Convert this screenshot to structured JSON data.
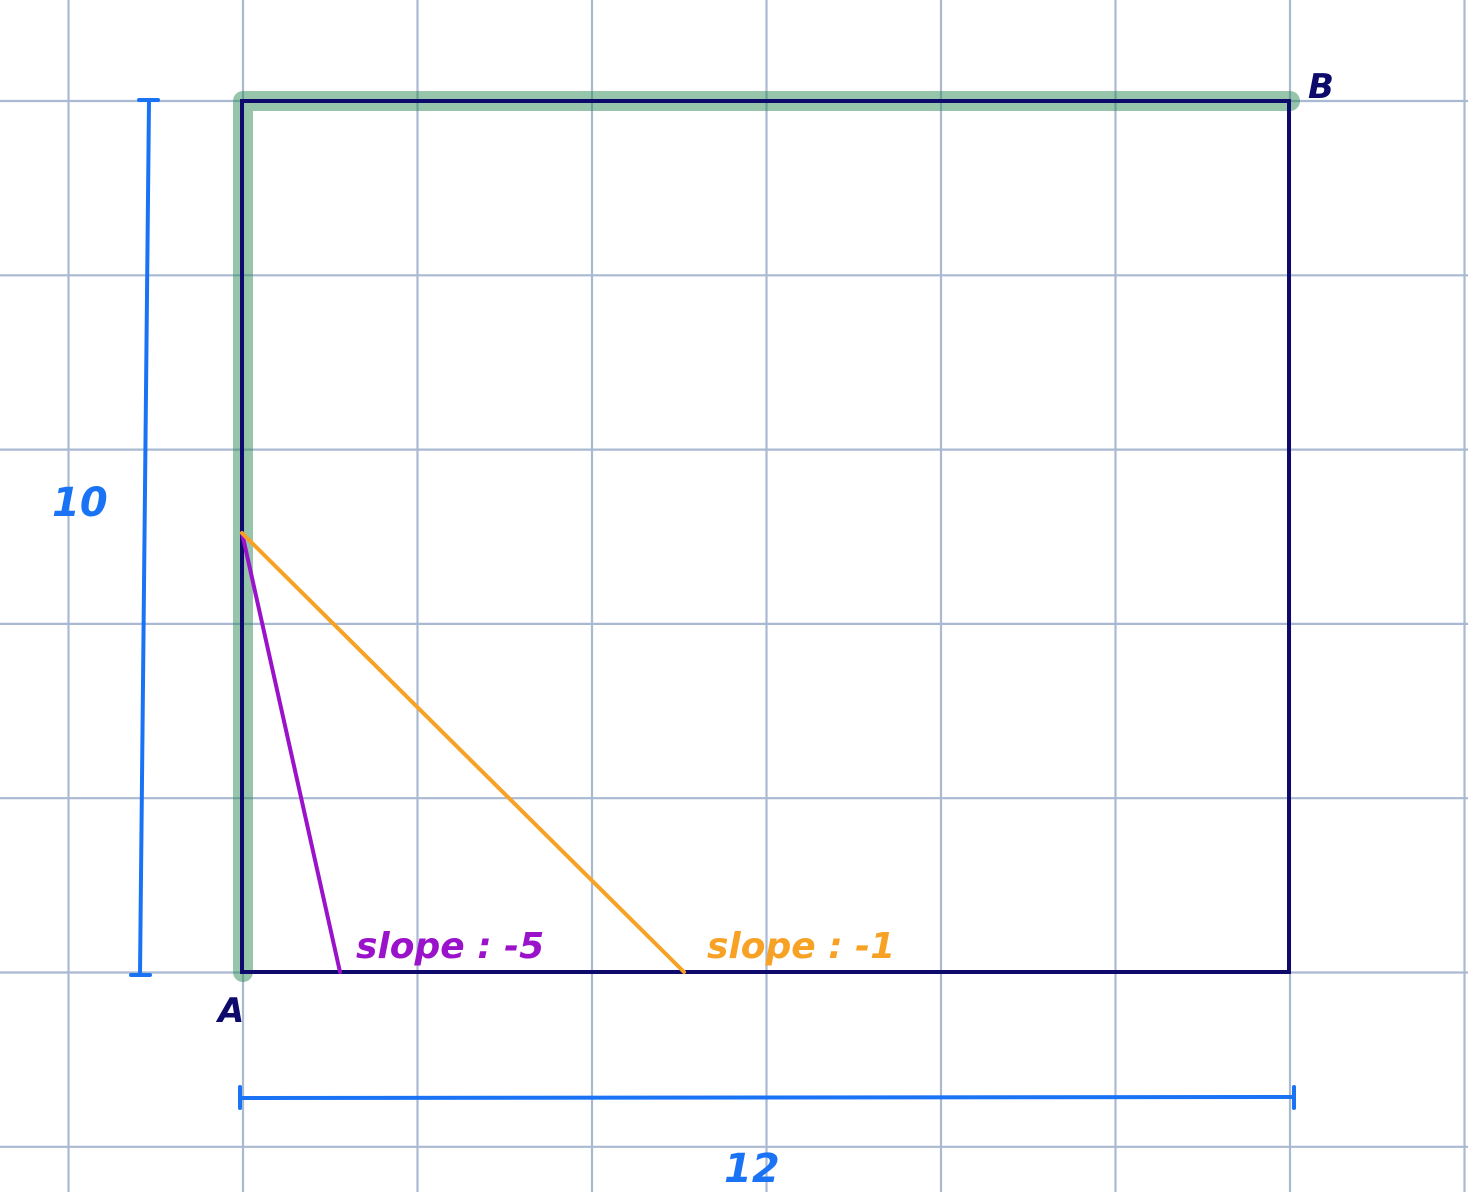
{
  "colors": {
    "background": "#ffffff",
    "grid": "#a9b9d2",
    "rectangle": "#0d0a6b",
    "highlight": "#2e8b57",
    "dimension": "#1a73f5",
    "purple_line": "#9a12c9",
    "orange_line": "#f7a224"
  },
  "labels": {
    "point_a": "A",
    "point_b": "B",
    "height_value": "10",
    "width_value": "12",
    "slope_purple": "slope : -5",
    "slope_orange": "slope : -1"
  },
  "diagram": {
    "rectangle": {
      "width_units": 12,
      "height_units": 10
    },
    "highlighted_path": [
      "left-edge",
      "top-edge"
    ],
    "slope_lines": [
      {
        "name": "purple",
        "slope": -5
      },
      {
        "name": "orange",
        "slope": -1
      }
    ]
  }
}
